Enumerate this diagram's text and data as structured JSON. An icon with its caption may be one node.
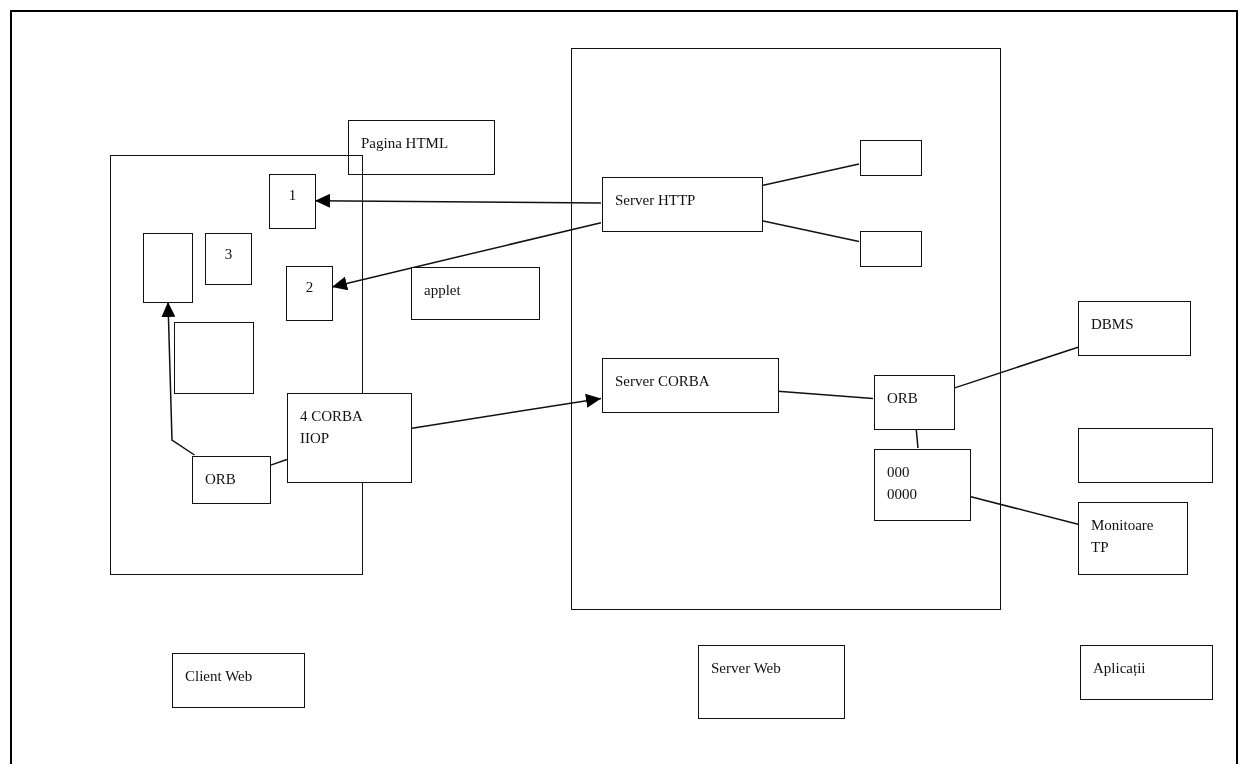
{
  "diagram": {
    "nodes": [
      {
        "text": [
          "Pagina HTML"
        ]
      },
      {
        "text": [],
        "shape": "box"
      },
      {
        "text": [
          "1"
        ],
        "in": 1
      },
      {
        "text": [
          "3"
        ],
        "in": 1
      },
      {
        "text": [],
        "shape": "box",
        "in": 1
      },
      {
        "text": [
          "2"
        ],
        "in": 1
      },
      {
        "text": [],
        "shape": "box",
        "in": 1
      },
      {
        "text": [
          "ORB"
        ],
        "in": 1
      },
      {
        "text": [
          "4 CORBA IIOP"
        ]
      },
      {
        "text": [
          "applet"
        ]
      },
      {
        "text": [],
        "shape": "box"
      },
      {
        "text": [
          "Server HTTP"
        ],
        "in": 10
      },
      {
        "text": [],
        "shape": "box",
        "in": 10
      },
      {
        "text": [],
        "shape": "box",
        "in": 10
      },
      {
        "text": [
          "Server CORBA"
        ],
        "in": 10
      },
      {
        "text": [
          "ORB"
        ],
        "in": 10
      },
      {
        "text": [
          "000 0000"
        ],
        "in": 10
      },
      {
        "text": [
          "DBMS"
        ]
      },
      {
        "text": [],
        "shape": "box"
      },
      {
        "text": [
          "Monitoare TP"
        ]
      },
      {
        "text": [
          "Client Web"
        ]
      },
      {
        "text": [
          "Server Web"
        ]
      },
      {
        "text": [
          "Aplicații"
        ]
      }
    ],
    "edges": [
      {
        "from": 11,
        "to": 2,
        "arrow": "to"
      },
      {
        "from": 11,
        "to": 5,
        "arrow": "to"
      },
      {
        "from": 7,
        "to": 4,
        "arrow": "to"
      },
      {
        "from": 8,
        "to": 14,
        "arrow": "to"
      },
      {
        "from": 7,
        "to": 8,
        "arrow": "none"
      },
      {
        "from": 11,
        "to": 12,
        "arrow": "none"
      },
      {
        "from": 11,
        "to": 13,
        "arrow": "none"
      },
      {
        "from": 14,
        "to": 15,
        "arrow": "none"
      },
      {
        "from": 15,
        "to": 17,
        "arrow": "none"
      },
      {
        "from": 15,
        "to": 16,
        "arrow": "none"
      },
      {
        "from": 16,
        "to": 19,
        "arrow": "none"
      }
    ]
  }
}
